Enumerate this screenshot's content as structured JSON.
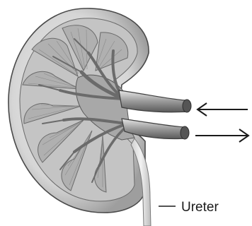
{
  "labels": {
    "ureter": "Ureter"
  },
  "arrows": {
    "top": "pointing-left",
    "bottom": "pointing-right"
  },
  "colors": {
    "ink": "#1a1a1a",
    "cortex": "#d9d9d9",
    "medulla": "#bdbdbd",
    "vessel": "#8f8f8f"
  }
}
